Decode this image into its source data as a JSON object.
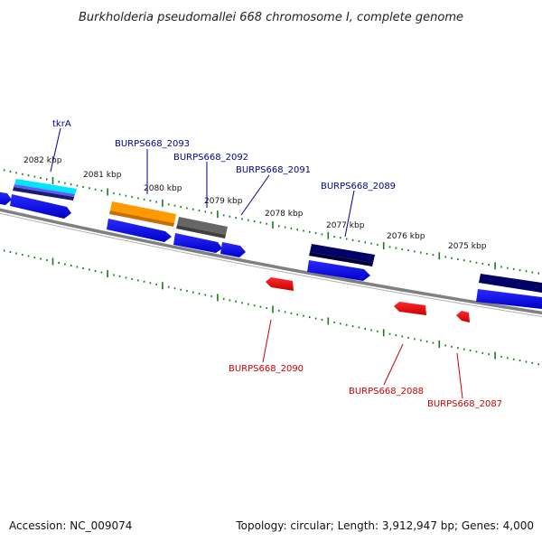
{
  "header": {
    "title": "Burkholderia pseudomallei 668 chromosome I, complete genome"
  },
  "footer": {
    "accession": "Accession: NC_009074",
    "summary": "Topology: circular; Length: 3,912,947 bp; Genes: 4,000"
  },
  "ruler": {
    "ticks": [
      "2082 kbp",
      "2081 kbp",
      "2080 kbp",
      "2079 kbp",
      "2078 kbp",
      "2077 kbp",
      "2076 kbp",
      "2075 kbp"
    ]
  },
  "colors": {
    "backbone": "#808080",
    "forward_cds": "#0000ff",
    "reverse_cds": "#ff0000",
    "forward_label": "#00008b",
    "reverse_label": "#cc0000",
    "tick": "#1a7a1a",
    "trna_like": "#00e5ff",
    "orange_gene": "#ff9900",
    "gray_gene": "#666666",
    "navy_gene": "#000066"
  },
  "forward_labels": [
    "tkrA",
    "BURPS668_2093",
    "BURPS668_2092",
    "BURPS668_2091",
    "BURPS668_2089"
  ],
  "reverse_labels": [
    "BURPS668_2090",
    "BURPS668_2088",
    "BURPS668_2087"
  ]
}
